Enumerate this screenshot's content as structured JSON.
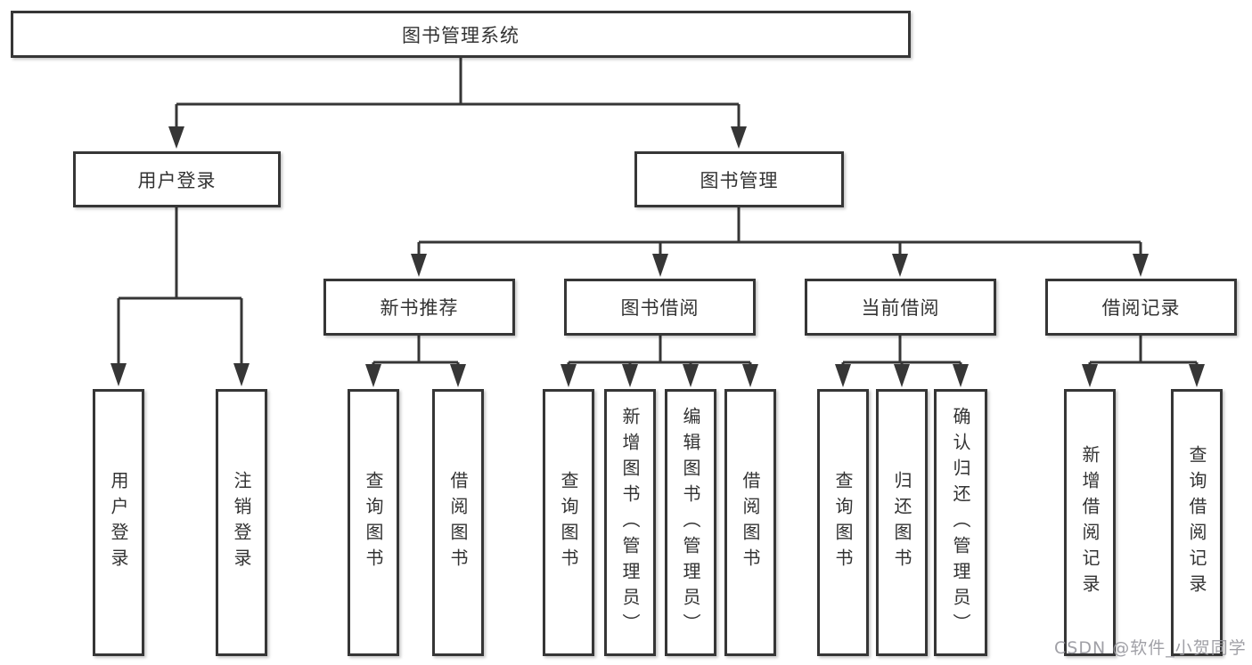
{
  "diagram": {
    "title": "图书管理系统",
    "watermark": "CSDN @软件_小贺同学",
    "colors": {
      "line": "#363636",
      "box_border": "#363636",
      "box_bg": "#ffffff",
      "text": "#333333",
      "watermark": "#96969c"
    },
    "level2": {
      "user_login": "用户登录",
      "book_mgmt": "图书管理"
    },
    "level3": {
      "new_book_rec": "新书推荐",
      "book_borrow": "图书借阅",
      "current_borrow": "当前借阅",
      "borrow_records": "借阅记录"
    },
    "leaves": {
      "user_login": "用户登录",
      "logout": "注销登录",
      "rec_query_books": "查询图书",
      "rec_borrow_books": "借阅图书",
      "bb_query_books": "查询图书",
      "bb_add_books_admin": "新增图书（管理员）",
      "bb_edit_books_admin": "编辑图书（管理员）",
      "bb_borrow_books": "借阅图书",
      "cb_query_books": "查询图书",
      "cb_return_books": "归还图书",
      "cb_confirm_return_admin": "确认归还（管理员）",
      "br_add_record": "新增借阅记录",
      "br_query_record": "查询借阅记录"
    }
  }
}
